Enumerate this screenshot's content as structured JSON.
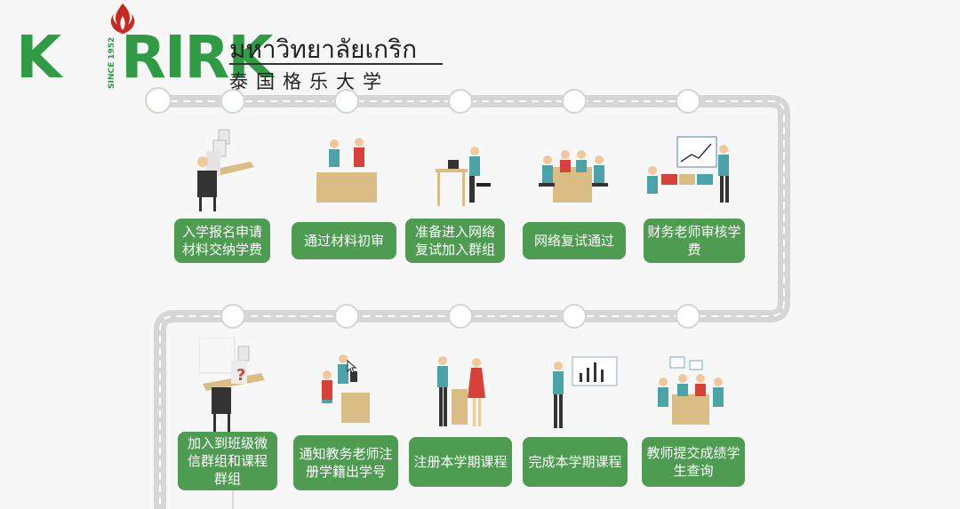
{
  "logo": {
    "brand_k": "K",
    "brand_rk": "RIRK",
    "since": "SINCE 1952",
    "thai_name": "มหาวิทยาลัยเกริก",
    "chinese_name": "泰国格乐大学"
  },
  "steps": [
    {
      "label": "入学报名申请材料交纳学费"
    },
    {
      "label": "通过材料初审"
    },
    {
      "label": "准备进入网络复试加入群组"
    },
    {
      "label": "网络复试通过"
    },
    {
      "label": "财务老师审核学费"
    },
    {
      "label": "加入到班级微信群组和课程群组"
    },
    {
      "label": "通知教务老师注册学籍出学号"
    },
    {
      "label": "注册本学期课程"
    },
    {
      "label": "完成本学期课程"
    },
    {
      "label": "教师提交成绩学生查询"
    }
  ],
  "colors": {
    "brand": "#2f9b44",
    "step_bg": "#4e9b52",
    "road": "#d9d9d9"
  }
}
